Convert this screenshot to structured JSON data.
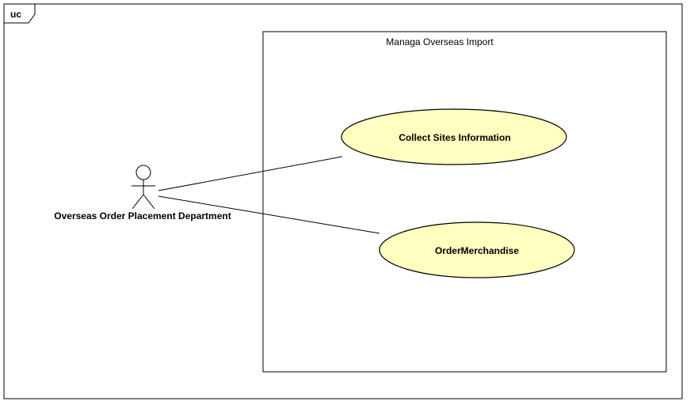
{
  "frame": {
    "label": "uc"
  },
  "system_boundary": {
    "title": "Managa Overseas Import"
  },
  "actor": {
    "name": "Overseas Order Placement Department"
  },
  "use_cases": [
    {
      "label": "Collect Sites Information"
    },
    {
      "label": "OrderMerchandise"
    }
  ],
  "colors": {
    "use_case_fill": "#ffffc0",
    "actor_head_fill": "#ffffc0",
    "stroke": "#000000"
  }
}
